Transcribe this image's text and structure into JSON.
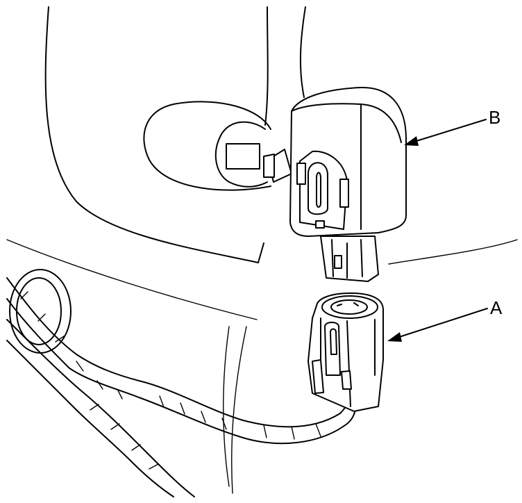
{
  "diagram": {
    "callouts": [
      {
        "id": "A",
        "label": "A",
        "target": "harness-connector"
      },
      {
        "id": "B",
        "label": "B",
        "target": "sensor-unit"
      }
    ]
  },
  "colors": {
    "ink": "#000000",
    "paper": "#ffffff"
  }
}
